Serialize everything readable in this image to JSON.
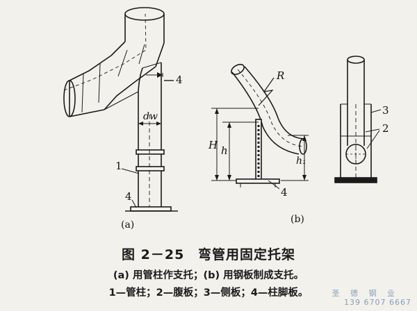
{
  "figure": {
    "number": "图 2－25",
    "title": "弯管用固定托架",
    "description_line": "(a) 用管柱作支托；(b) 用钢板制成支托。",
    "legend_line": "1—管柱；2—腹板；3—侧板；4—柱脚板。"
  },
  "diagram_a": {
    "panel_label": "(a)",
    "dim_label": "dw",
    "callouts": [
      "4",
      "1",
      "4"
    ]
  },
  "diagram_b": {
    "panel_label": "(b)",
    "dim_labels": [
      "R",
      "H",
      "h",
      "h₁"
    ],
    "callouts": [
      "4"
    ]
  },
  "diagram_c": {
    "callouts": [
      "3",
      "2"
    ]
  },
  "watermark": {
    "line1": "圣 德 钢 业",
    "line2": "139 6707 6667"
  },
  "colors": {
    "paper": "#f3f1ec",
    "ink": "#1a1a1a",
    "watermark": "#6f8fb3"
  }
}
